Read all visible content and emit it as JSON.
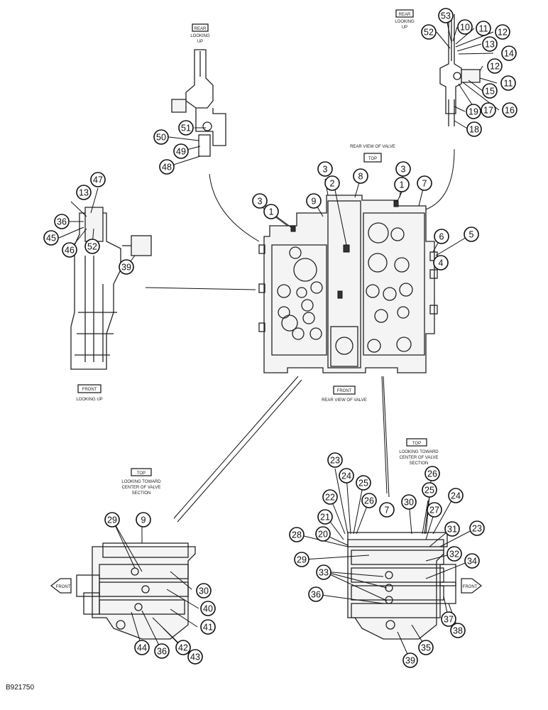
{
  "figure_id": "B921750",
  "callouts": [
    {
      "label": "53"
    },
    {
      "label": "10"
    },
    {
      "label": "11"
    },
    {
      "label": "12"
    },
    {
      "label": "52"
    },
    {
      "label": "13"
    },
    {
      "label": "14"
    },
    {
      "label": "12"
    },
    {
      "label": "11"
    },
    {
      "label": "15"
    },
    {
      "label": "16"
    },
    {
      "label": "17"
    },
    {
      "label": "19"
    },
    {
      "label": "18"
    },
    {
      "label": "51"
    },
    {
      "label": "50"
    },
    {
      "label": "49"
    },
    {
      "label": "48"
    },
    {
      "label": "3"
    },
    {
      "label": "8"
    },
    {
      "label": "3"
    },
    {
      "label": "2"
    },
    {
      "label": "1"
    },
    {
      "label": "7"
    },
    {
      "label": "3"
    },
    {
      "label": "1"
    },
    {
      "label": "9"
    },
    {
      "label": "6"
    },
    {
      "label": "5"
    },
    {
      "label": "4"
    },
    {
      "label": "47"
    },
    {
      "label": "13"
    },
    {
      "label": "36"
    },
    {
      "label": "45"
    },
    {
      "label": "46"
    },
    {
      "label": "52"
    },
    {
      "label": "39"
    },
    {
      "label": "23"
    },
    {
      "label": "26"
    },
    {
      "label": "24"
    },
    {
      "label": "25"
    },
    {
      "label": "25"
    },
    {
      "label": "22"
    },
    {
      "label": "26"
    },
    {
      "label": "30"
    },
    {
      "label": "24"
    },
    {
      "label": "7"
    },
    {
      "label": "21"
    },
    {
      "label": "27"
    },
    {
      "label": "23"
    },
    {
      "label": "28"
    },
    {
      "label": "20"
    },
    {
      "label": "31"
    },
    {
      "label": "29"
    },
    {
      "label": "32"
    },
    {
      "label": "34"
    },
    {
      "label": "33"
    },
    {
      "label": "36"
    },
    {
      "label": "37"
    },
    {
      "label": "38"
    },
    {
      "label": "35"
    },
    {
      "label": "39"
    },
    {
      "label": "29"
    },
    {
      "label": "9"
    },
    {
      "label": "30"
    },
    {
      "label": "40"
    },
    {
      "label": "41"
    },
    {
      "label": "44"
    },
    {
      "label": "36"
    },
    {
      "label": "42"
    },
    {
      "label": "43"
    }
  ]
}
